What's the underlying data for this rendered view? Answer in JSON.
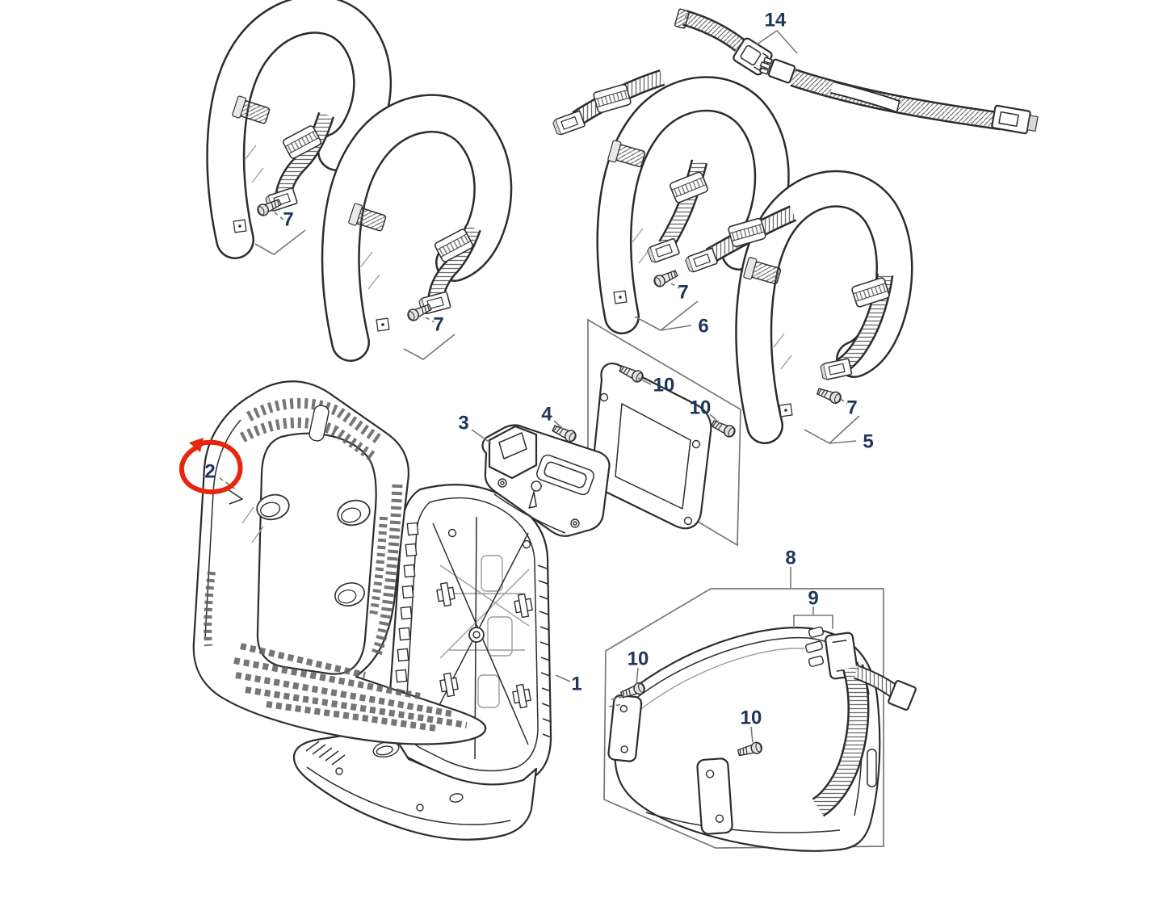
{
  "colors": {
    "bg": "#ffffff",
    "line": "#2d2d2d",
    "secondary": "#9c9c9c",
    "leader": "#787878",
    "vent": "#5e5e5e",
    "label": "#20365c",
    "annotation": "#e8250f"
  },
  "callouts": [
    {
      "part": "7",
      "for": "shoulder-strap-a"
    },
    {
      "part": "7",
      "for": "shoulder-strap-b"
    },
    {
      "part": "14",
      "for": "chest-strap-assembly"
    },
    {
      "part": "7",
      "for": "harness-strap-left"
    },
    {
      "part": "6",
      "for": "harness-strap-left"
    },
    {
      "part": "7",
      "for": "harness-strap-right"
    },
    {
      "part": "5",
      "for": "harness-strap-right"
    },
    {
      "part": "3",
      "for": "handle-bracket"
    },
    {
      "part": "4",
      "for": "handle-bracket-screw"
    },
    {
      "part": "10",
      "for": "back-pad"
    },
    {
      "part": "10",
      "for": "back-pad"
    },
    {
      "part": "2",
      "for": "vented-back-cover"
    },
    {
      "part": "1",
      "for": "carrying-frame"
    },
    {
      "part": "8",
      "for": "hip-belt"
    },
    {
      "part": "9",
      "for": "hip-belt-buckle"
    },
    {
      "part": "10",
      "for": "hip-belt"
    },
    {
      "part": "10",
      "for": "hip-belt"
    }
  ],
  "annotation": {
    "shape": "hand-drawn-circle",
    "marks_part": "2"
  }
}
